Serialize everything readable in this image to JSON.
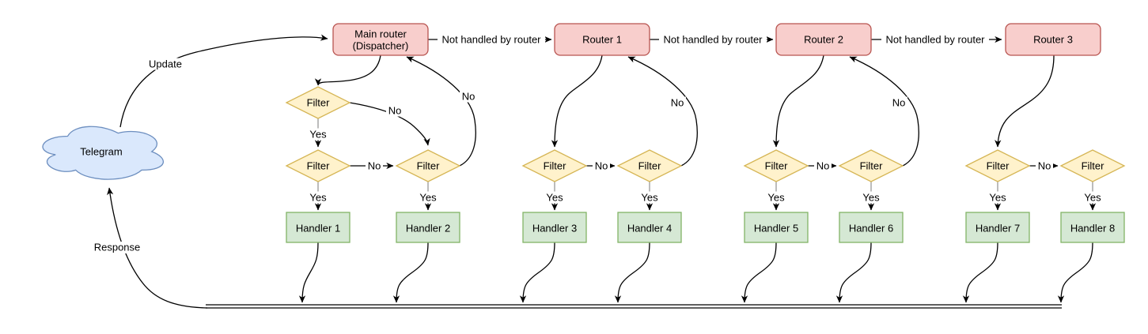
{
  "diagram": {
    "nodes": {
      "cloud": "Telegram",
      "main_router_line1": "Main router",
      "main_router_line2": "(Dispatcher)",
      "router1": "Router 1",
      "router2": "Router 2",
      "router3": "Router 3",
      "filter": "Filter",
      "handlers": [
        "Handler 1",
        "Handler 2",
        "Handler 3",
        "Handler 4",
        "Handler 5",
        "Handler 6",
        "Handler 7",
        "Handler 8"
      ]
    },
    "edge_labels": {
      "update": "Update",
      "response": "Response",
      "not_handled": "Not handled by router",
      "yes": "Yes",
      "no": "No"
    },
    "colors": {
      "router_fill": "#f8cecc",
      "router_stroke": "#b85450",
      "filter_fill": "#fff2cc",
      "filter_stroke": "#d6b656",
      "handler_fill": "#d5e8d4",
      "handler_stroke": "#82b366",
      "cloud_fill": "#dae8fc",
      "cloud_stroke": "#6c8ebf",
      "edge": "#000000"
    }
  }
}
